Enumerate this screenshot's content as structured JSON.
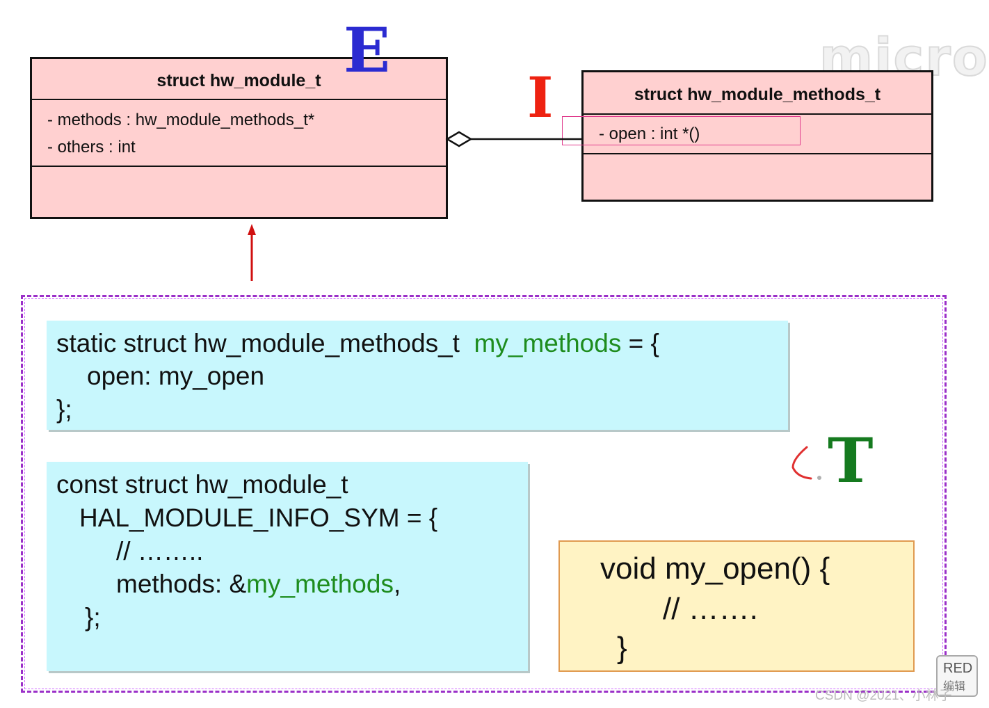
{
  "letters": {
    "e": "E",
    "i": "I",
    "t": "T"
  },
  "watermark": "micro",
  "module_class": {
    "title": "struct hw_module_t",
    "attrs": [
      "- methods : hw_module_methods_t*",
      "- others : int"
    ]
  },
  "methods_class": {
    "title": "struct hw_module_methods_t",
    "attrs": [
      "- open : int *()"
    ]
  },
  "code_methods": {
    "line1_pre": "static struct hw_module_methods_t  ",
    "line1_var": "my_methods",
    "line1_post": " = {",
    "line2": "open: my_open",
    "line3": "};"
  },
  "code_hal": {
    "line1": "const struct hw_module_t",
    "line2": "HAL_MODULE_INFO_SYM = {",
    "line3": "// ……..",
    "line4_pre": "methods: &",
    "line4_var": "my_methods",
    "line4_post": ",",
    "line5": "};"
  },
  "code_open": {
    "line1": "void my_open() {",
    "line2": "// …….",
    "line3": "}"
  },
  "button_red": {
    "label": "RED",
    "sub": "编辑"
  },
  "credit": "CSDN @2021、小林子",
  "colors": {
    "uml_fill": "#ffd0d0",
    "code_fill": "#c8f7fd",
    "impl_fill": "#fff3c4",
    "e": "#2b2bd1",
    "i": "#ee2211",
    "t": "#157a1f",
    "frame": "#9b30c8",
    "highlight": "#e03a8c"
  }
}
